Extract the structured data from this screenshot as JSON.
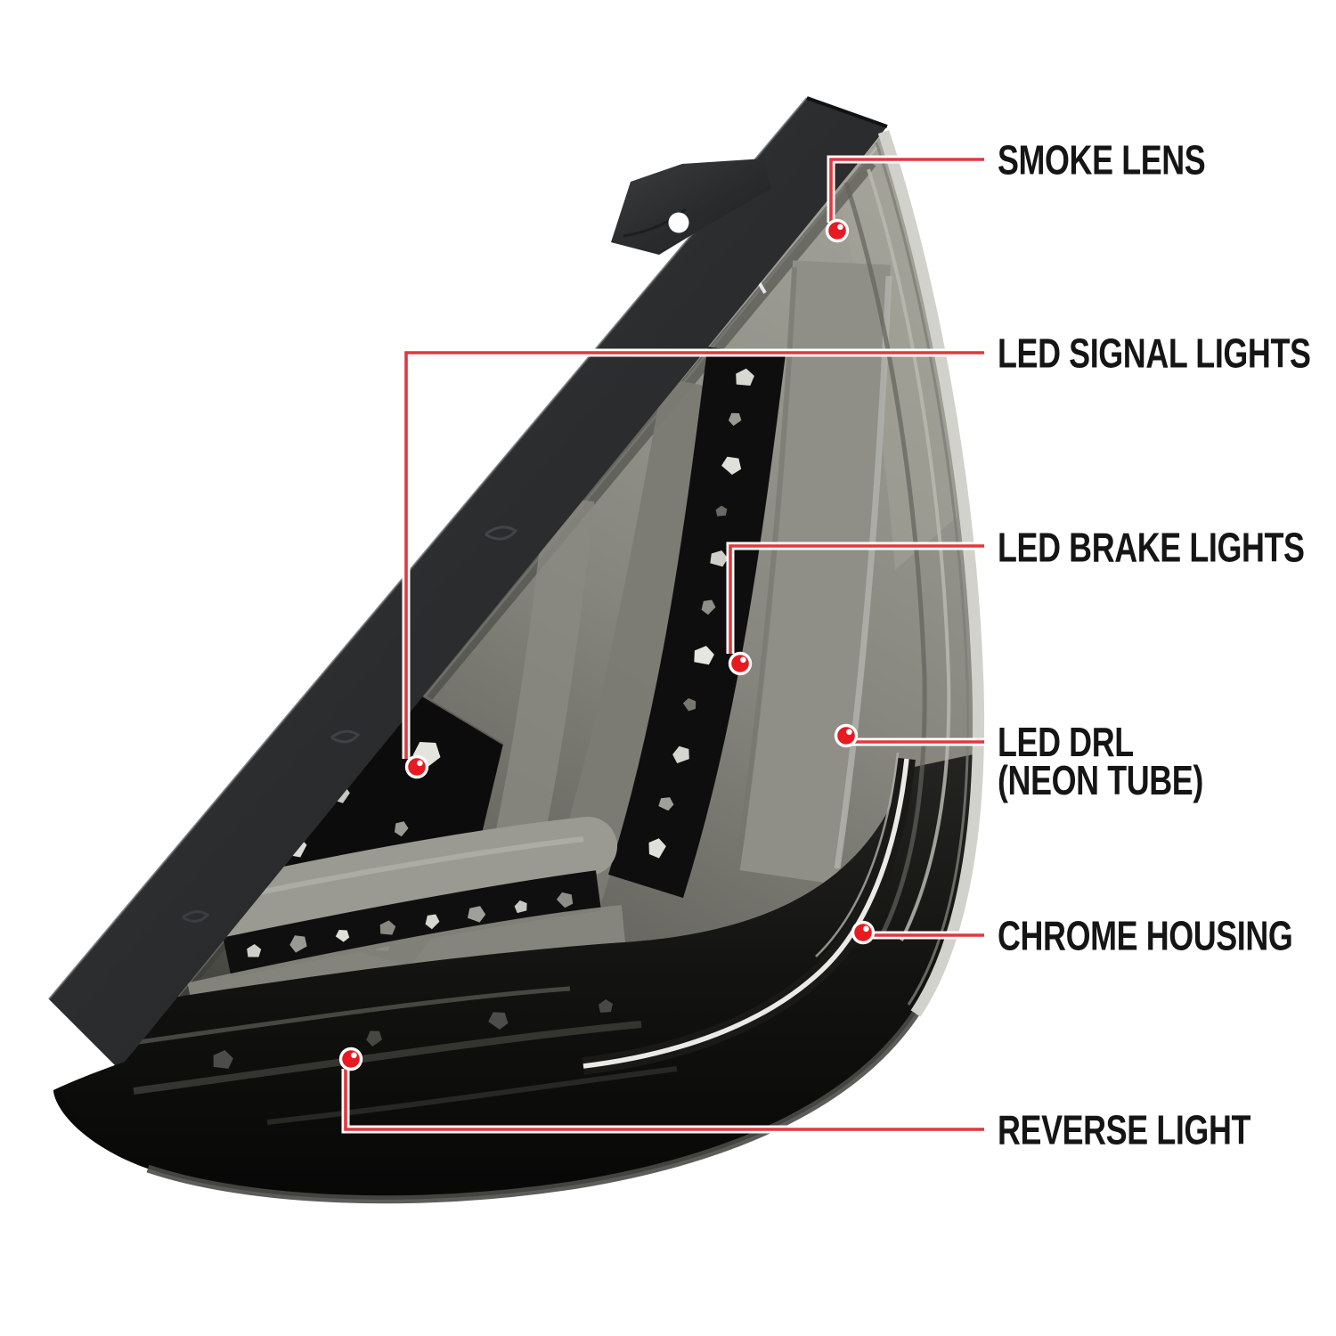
{
  "diagram": {
    "type": "annotated-product-callout-diagram",
    "subject": "LED tail light assembly (smoked lens), angled rear view",
    "callouts": [
      {
        "id": "smoke-lens",
        "label": "SMOKE LENS"
      },
      {
        "id": "led-signal-lights",
        "label": "LED SIGNAL LIGHTS"
      },
      {
        "id": "led-brake-lights",
        "label": "LED BRAKE LIGHTS"
      },
      {
        "id": "led-drl",
        "label": "LED DRL",
        "label2": "(NEON TUBE)"
      },
      {
        "id": "chrome-housing",
        "label": "CHROME HOUSING"
      },
      {
        "id": "reverse-light",
        "label": "REVERSE LIGHT"
      }
    ],
    "marker_style": {
      "dot_color": "#e81a21",
      "leader_line_color": "#e0393e",
      "leader_casing_color": "#ffffff",
      "label_text_color": "#151515"
    },
    "product_colors": {
      "background": "#ffffff",
      "housing_black": "#26282a",
      "lens_gray": "#8b8b84",
      "chrome": "#eceae6",
      "dark_lens": "#0d0d0d"
    }
  }
}
